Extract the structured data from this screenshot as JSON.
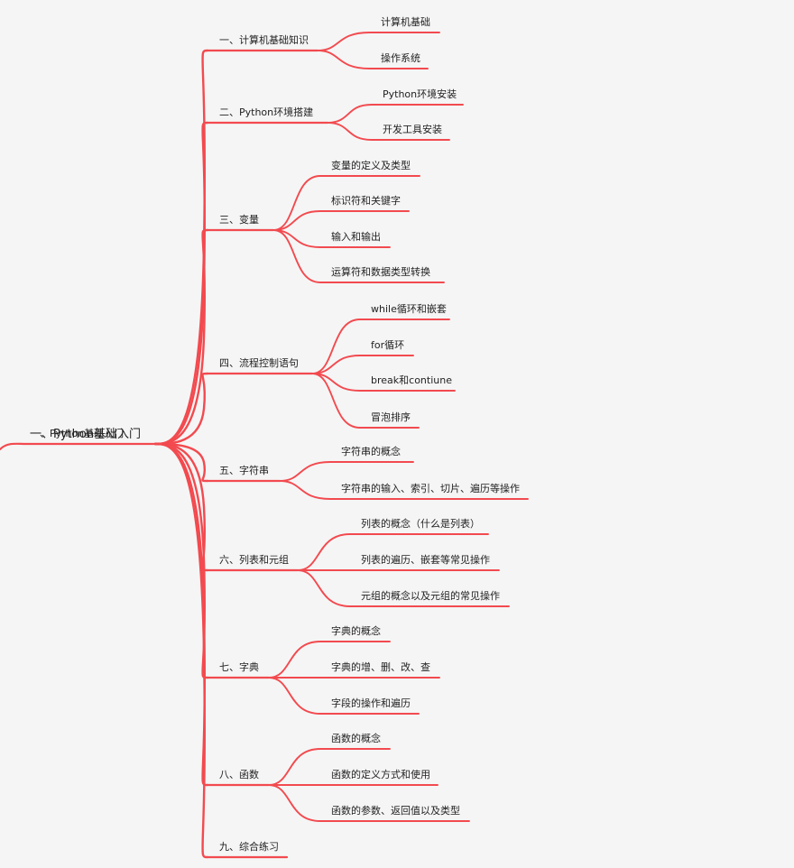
{
  "colors": {
    "background": "#f5f5f5",
    "line": "#f24a4f",
    "text": "#222222"
  },
  "root": {
    "label": "一、Python基础入门"
  },
  "sections": [
    {
      "label": "一、计算机基础知识",
      "children": [
        "计算机基础",
        "操作系统"
      ]
    },
    {
      "label": "二、Python环境搭建",
      "children": [
        "Python环境安装",
        "开发工具安装"
      ]
    },
    {
      "label": "三、变量",
      "children": [
        "变量的定义及类型",
        "标识符和关键字",
        "输入和输出",
        "运算符和数据类型转换"
      ]
    },
    {
      "label": "四、流程控制语句",
      "children": [
        "while循环和嵌套",
        "for循环",
        "break和contiune",
        "冒泡排序"
      ]
    },
    {
      "label": "五、字符串",
      "children": [
        "字符串的概念",
        "字符串的输入、索引、切片、遍历等操作"
      ]
    },
    {
      "label": "六、列表和元组",
      "children": [
        "列表的概念（什么是列表）",
        "列表的遍历、嵌套等常见操作",
        "元组的概念以及元组的常见操作"
      ]
    },
    {
      "label": "七、字典",
      "children": [
        "字典的概念",
        "字典的增、删、改、查",
        "字段的操作和遍历"
      ]
    },
    {
      "label": "八、函数",
      "children": [
        "函数的概念",
        "函数的定义方式和使用",
        "函数的参数、返回值以及类型"
      ]
    },
    {
      "label": "九、综合练习",
      "children": []
    }
  ]
}
